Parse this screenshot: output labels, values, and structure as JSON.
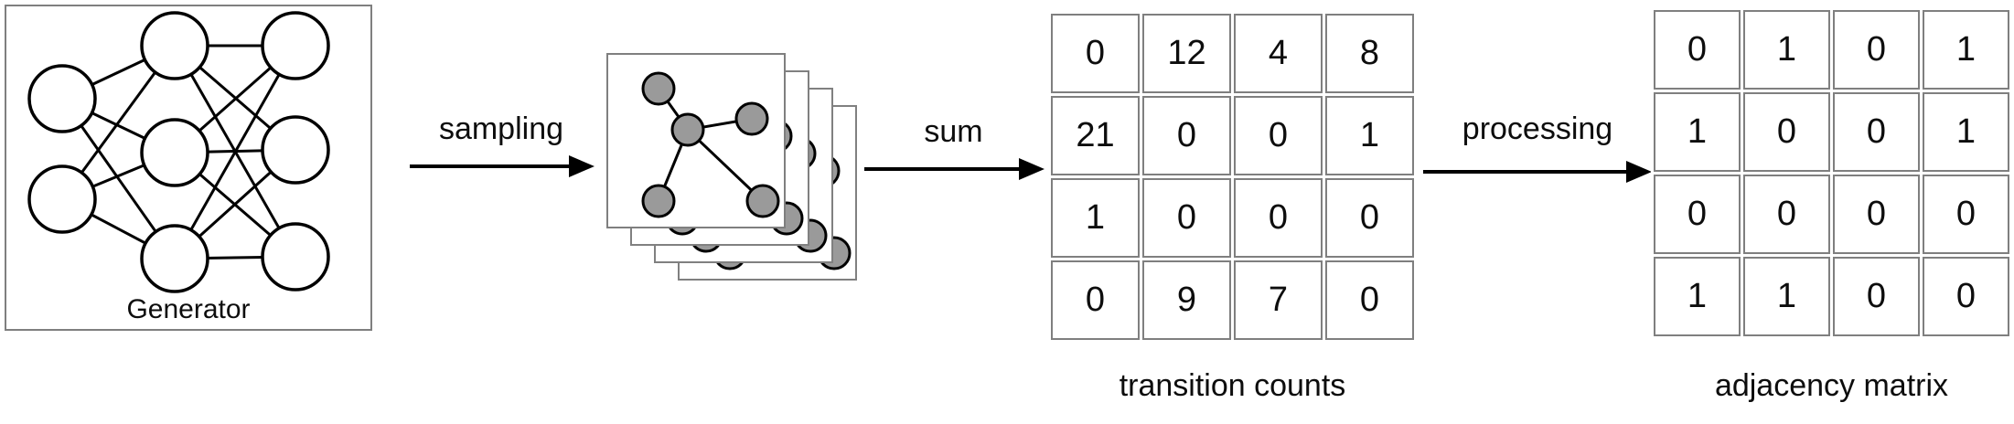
{
  "labels": {
    "generator": "Generator",
    "sampling": "sampling",
    "sum": "sum",
    "processing": "processing"
  },
  "matrices": {
    "transition": {
      "caption": "transition counts",
      "rows": [
        [
          0,
          12,
          4,
          8
        ],
        [
          21,
          0,
          0,
          1
        ],
        [
          1,
          0,
          0,
          0
        ],
        [
          0,
          9,
          7,
          0
        ]
      ]
    },
    "adjacency": {
      "caption": "adjacency matrix",
      "rows": [
        [
          0,
          1,
          0,
          1
        ],
        [
          1,
          0,
          0,
          1
        ],
        [
          0,
          0,
          0,
          0
        ],
        [
          1,
          1,
          0,
          0
        ]
      ]
    }
  },
  "graphics": {
    "generator_network": "neural-network 2-3-3 fully connected, white nodes",
    "sampled_graph": "5 gray nodes star graph on stacked cards",
    "stack_count": 4
  },
  "colors": {
    "border_gray": "#7f7f7f",
    "card_border_gray": "#808080",
    "node_gray": "#9a9a9a",
    "line_black": "#000000"
  }
}
